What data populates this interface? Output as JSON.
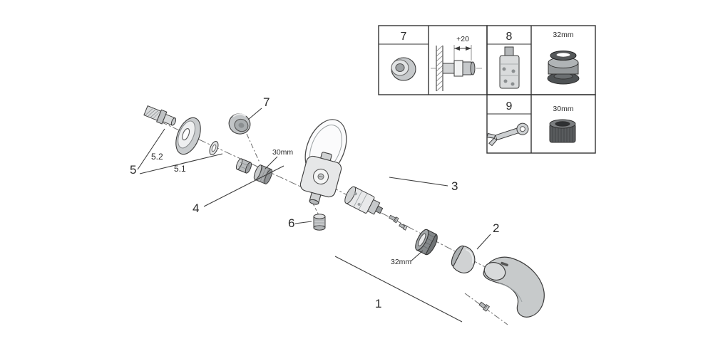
{
  "page": {
    "background_color": "#ffffff"
  },
  "diagram": {
    "type": "exploded-parts-diagram",
    "callouts": {
      "n1": "1",
      "n2": "2",
      "n3": "3",
      "n4": "4",
      "n5": "5",
      "n5_1": "5.1",
      "n5_2": "5.2",
      "n6": "6",
      "n7": "7"
    },
    "dimensions": {
      "main_30mm": "30mm",
      "main_32mm": "32mm"
    },
    "inset": {
      "n7": "7",
      "n8": "8",
      "n9": "9",
      "plus20": "+20",
      "d32mm": "32mm",
      "d30mm": "30mm"
    },
    "colors": {
      "outline": "#3c3c3c",
      "centerline": "#6b6b6b",
      "metal_light": "#dfe1e2",
      "metal_mid": "#c0c3c5",
      "metal_dark": "#8a8d8f",
      "seal_dark": "#55585a",
      "background": "#ffffff"
    }
  }
}
